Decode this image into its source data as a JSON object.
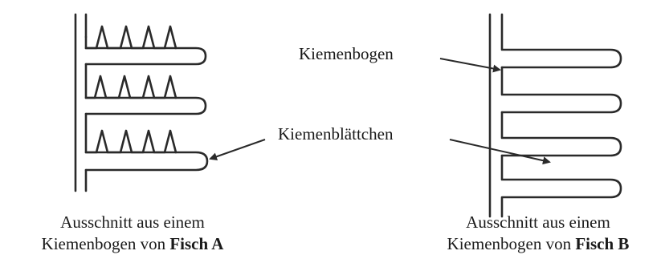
{
  "labels": {
    "arch": "Kiemenbogen",
    "lamellae": "Kiemenblättchen"
  },
  "captions": {
    "fish_a": {
      "line1": "Ausschnitt aus einem",
      "line2_prefix": "Kiemenbogen von ",
      "line2_bold": "Fisch A"
    },
    "fish_b": {
      "line1": "Ausschnitt aus einem",
      "line2_prefix": "Kiemenbogen von ",
      "line2_bold": "Fisch B"
    }
  },
  "colors": {
    "stroke": "#2a2a2a"
  }
}
